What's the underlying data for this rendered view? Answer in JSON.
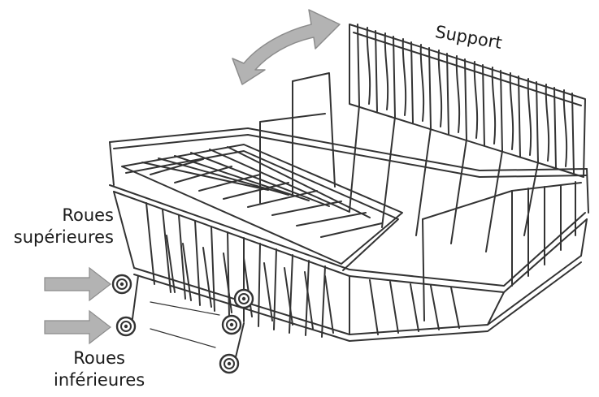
{
  "labels": {
    "support": "Support",
    "upper_wheels_line1": "Roues",
    "upper_wheels_line2": "supérieures",
    "lower_wheels_line1": "Roues",
    "lower_wheels_line2": "inférieures"
  },
  "colors": {
    "line": "#333333",
    "arrow_fill": "#b3b3b3",
    "arrow_stroke": "#8c8c8c",
    "background": "#ffffff"
  },
  "icons": [
    "rotate-arrow-icon",
    "pointer-arrow-icon",
    "wheel-icon"
  ]
}
